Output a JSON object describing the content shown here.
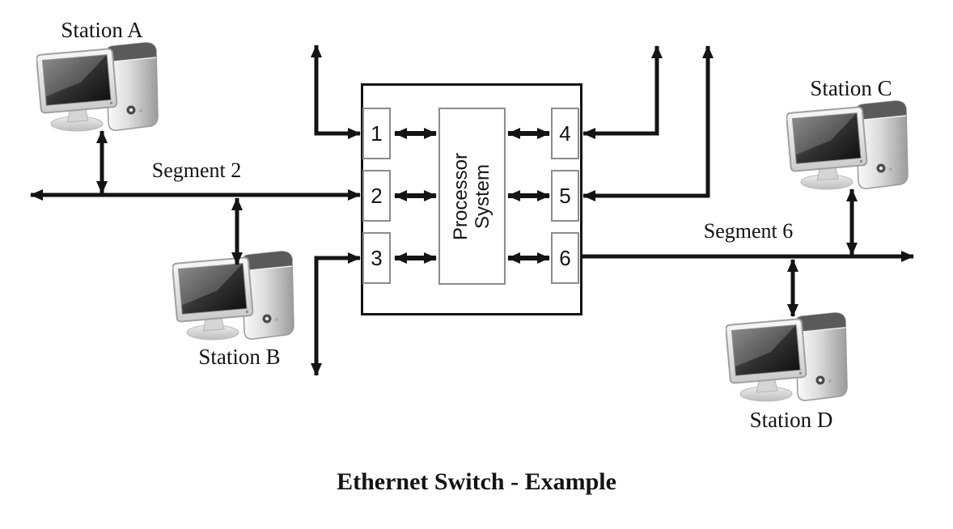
{
  "title": "Ethernet Switch - Example",
  "stations": [
    {
      "id": "a",
      "label": "Station A"
    },
    {
      "id": "b",
      "label": "Station B"
    },
    {
      "id": "c",
      "label": "Station C"
    },
    {
      "id": "d",
      "label": "Station D"
    }
  ],
  "segments": [
    {
      "id": "2",
      "label": "Segment 2"
    },
    {
      "id": "6",
      "label": "Segment 6"
    }
  ],
  "switch": {
    "ports": [
      "1",
      "2",
      "3",
      "4",
      "5",
      "6"
    ],
    "processor_line1": "Processor",
    "processor_line2": "System"
  },
  "colors": {
    "line": "#141414",
    "port_border": "#8c8c8c",
    "background": "#ffffff"
  }
}
